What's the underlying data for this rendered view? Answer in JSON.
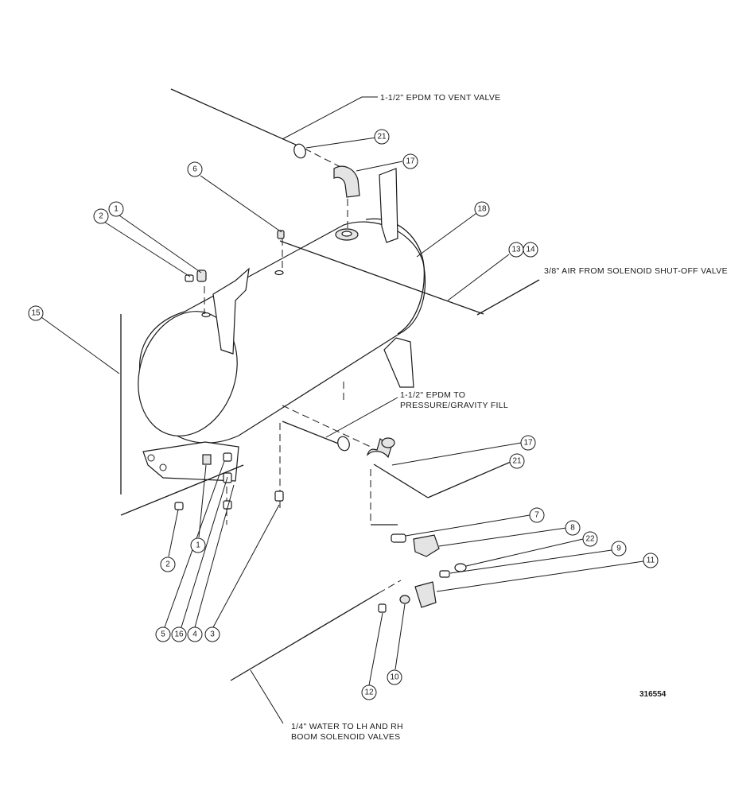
{
  "notes": {
    "vent": "1-1/2\" EPDM TO VENT VALVE",
    "air": "3/8\" AIR FROM SOLENOID SHUT-OFF VALVE",
    "fill_line1": "1-1/2\" EPDM TO",
    "fill_line2": "PRESSURE/GRAVITY FILL",
    "water_line1": "1/4\" WATER TO LH AND RH",
    "water_line2": "BOOM SOLENOID VALVES"
  },
  "drawing_number": "316554",
  "callouts": {
    "c21_top": "21",
    "c17_top": "17",
    "c6": "6",
    "c18": "18",
    "c13": "13",
    "c14": "14",
    "c1_top": "1",
    "c2_top": "2",
    "c15": "15",
    "c17_mid": "17",
    "c21_mid": "21",
    "c7": "7",
    "c8": "8",
    "c22": "22",
    "c9_right": "9",
    "c11": "11",
    "c2_bottom": "2",
    "c1_bottom": "1",
    "c5": "5",
    "c16": "16",
    "c4": "4",
    "c3": "3",
    "c12": "12",
    "c10": "10"
  }
}
